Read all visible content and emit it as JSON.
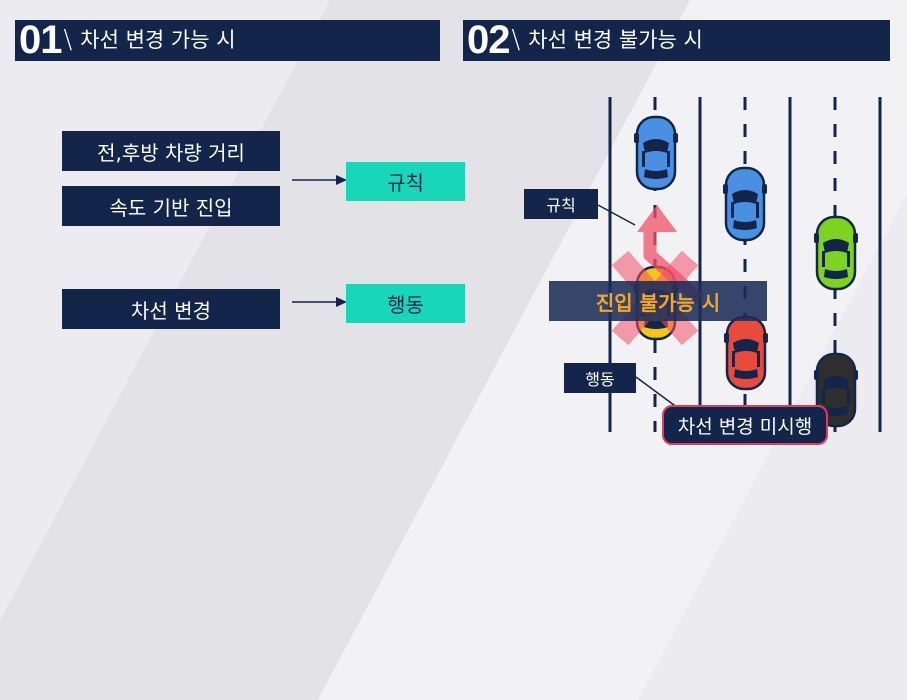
{
  "section1": {
    "number": "01",
    "slash": "\\",
    "title": "차선 변경 가능 시",
    "rule_boxes": [
      "전,후방 차량 거리",
      "속도 기반 진입"
    ],
    "rule_label": "규칙",
    "action_box": "차선 변경",
    "action_label": "행동"
  },
  "section2": {
    "number": "02",
    "slash": "\\",
    "title": "차선 변경 불가능 시",
    "rule_tag": "규칙",
    "banner": "진입 불가능 시",
    "action_tag": "행동",
    "result": "차선 변경 미시행"
  },
  "colors": {
    "navy": "#13254a",
    "mint": "#17d7b8",
    "banner_text": "#f5a623",
    "warning_red": "#e53b5b",
    "car_blue": "#4a90e2",
    "car_green": "#7ed321",
    "car_yellow": "#f5c518",
    "car_red": "#e84b3c",
    "car_black": "#2e2e2e"
  },
  "icons": [
    "arrow-right-icon",
    "turn-arrow-icon",
    "x-cross-icon",
    "car-icon"
  ]
}
